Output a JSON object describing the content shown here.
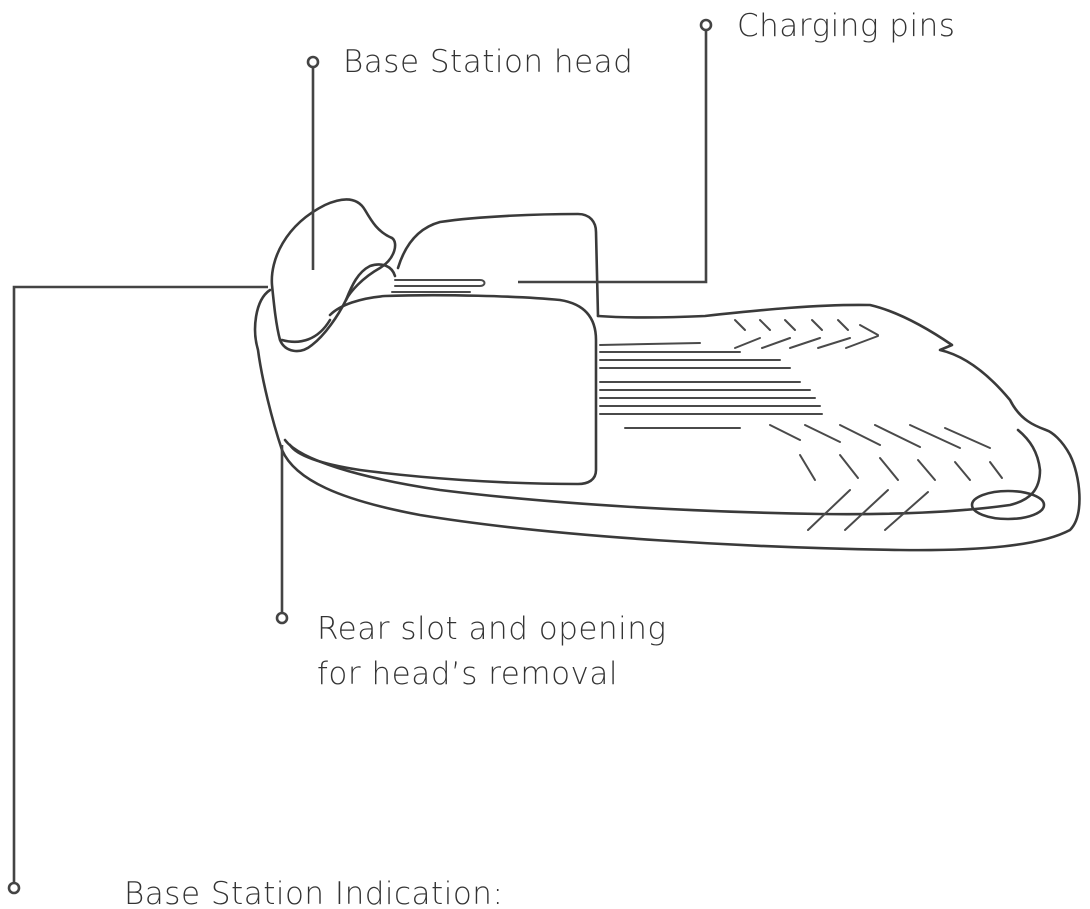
{
  "callouts": {
    "base_station_head": "Base Station head",
    "charging_pins": "Charging pins",
    "rear_slot_line1": "Rear slot and opening",
    "rear_slot_line2": "for head’s removal",
    "base_station_indication": "Base Station Indication:"
  },
  "colors": {
    "line": "#3a3a3a",
    "text": "#333333",
    "background": "#ffffff"
  }
}
